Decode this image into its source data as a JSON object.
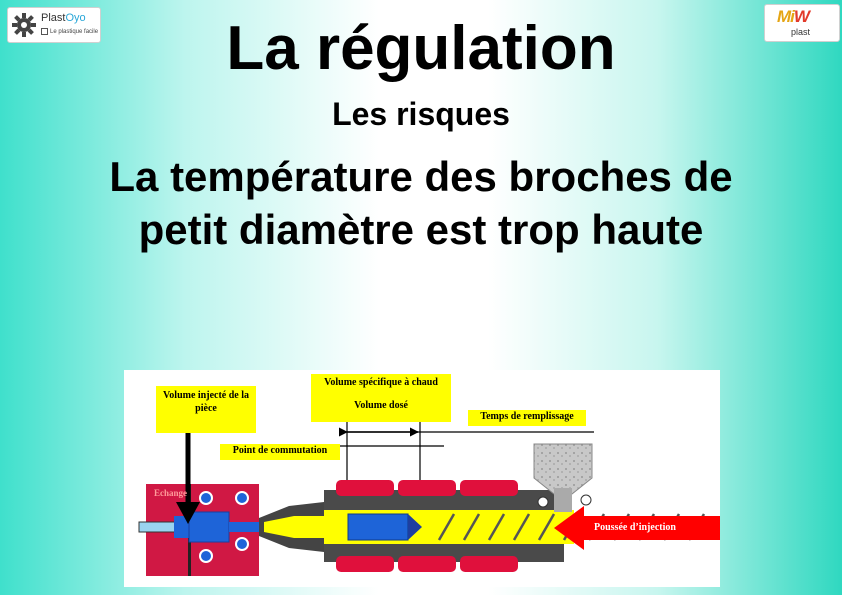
{
  "logos": {
    "left": {
      "name_a": "Plast",
      "name_b": "Oyo",
      "tagline": "Le plastique facile"
    },
    "right": {
      "mark_a": "Mi",
      "mark_b": "W",
      "sub": "plast"
    }
  },
  "title": "La régulation",
  "subtitle": "Les risques",
  "heading_line1": "La température des broches de",
  "heading_line2": "petit diamètre est trop haute",
  "diagram": {
    "labels": {
      "volume_injecte": "Volume injecté de la pièce",
      "volume_specifique": "Volume spécifique à chaud",
      "volume_dose": "Volume dosé",
      "temps_remplissage": "Temps de remplissage",
      "point_commutation": "Point de commutation",
      "echangeur": "Echange",
      "poussee": "Poussée d’injection"
    },
    "colors": {
      "heater": "#e0103c",
      "yellow": "#ffff00",
      "blue": "#1e64d8",
      "mold": "#d01844",
      "arrow": "#ff0000"
    }
  }
}
